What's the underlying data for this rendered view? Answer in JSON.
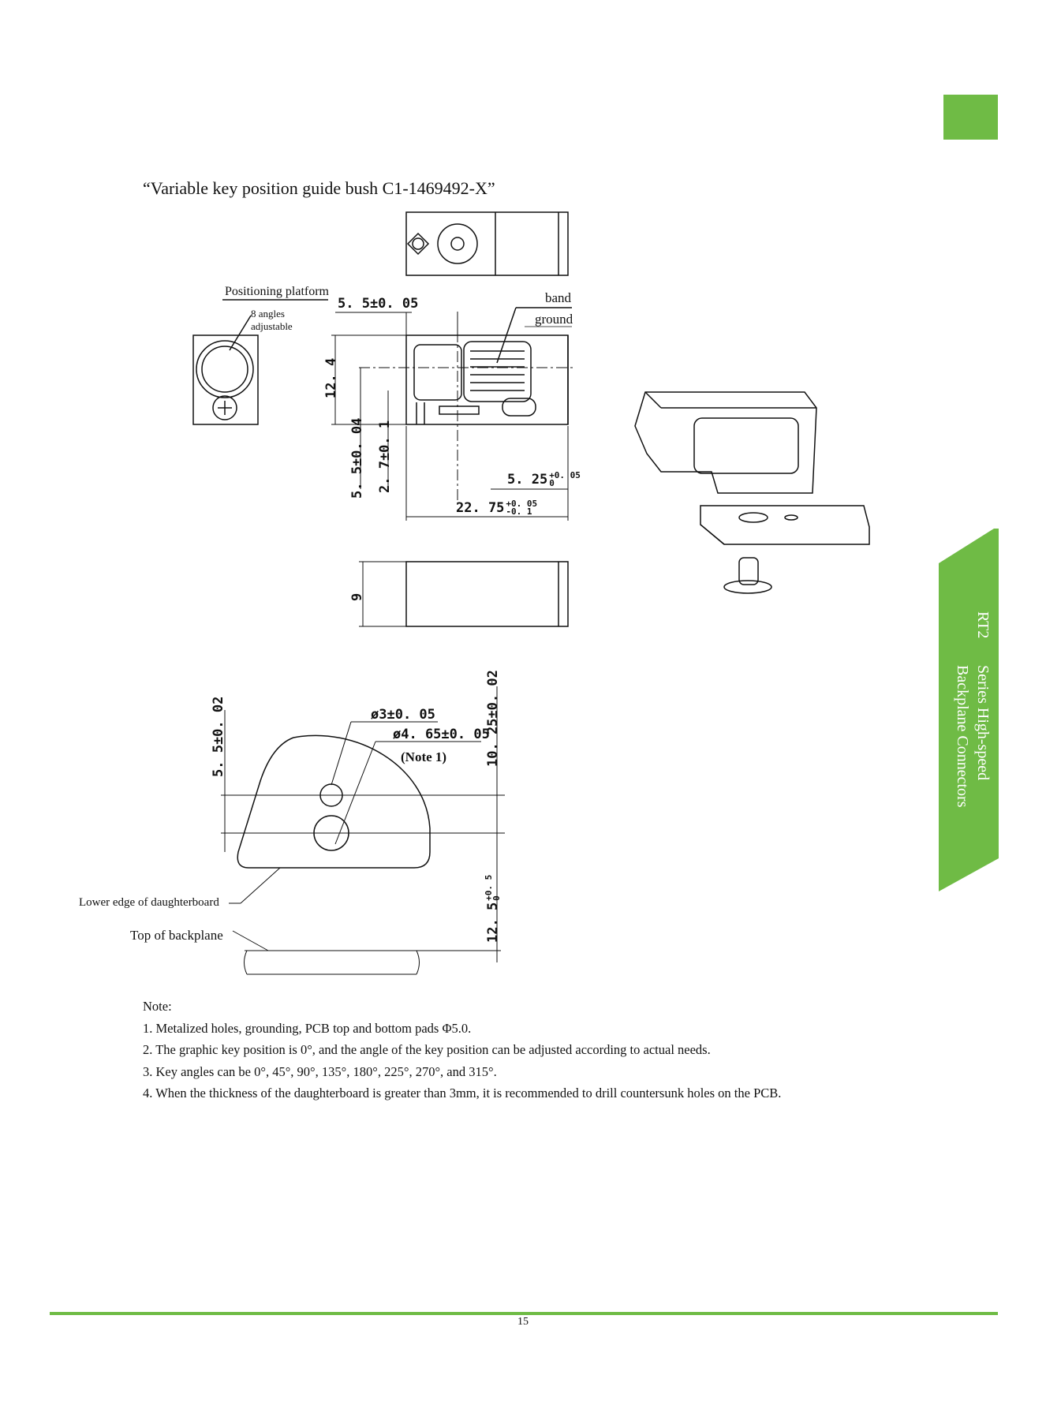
{
  "brand_color": "#6fbb45",
  "side_tab": {
    "series": "RT2",
    "line1": "Series High-speed",
    "line2": "Backplane Connectors"
  },
  "title": "“Variable key position guide bush C1-1469492-X”",
  "drawing1": {
    "positioning_platform": "Positioning platform",
    "angles_line1": "8 angles",
    "angles_line2": "adjustable",
    "band": "band",
    "ground": "ground",
    "dim_top": "5. 5±0. 05",
    "dim_height": "12. 4",
    "dim_a": "5. 5±0. 04",
    "dim_b": "2. 7±0. 1",
    "dim_c_base": "5. 25",
    "dim_c_upper": "+0. 05",
    "dim_c_lower": "0",
    "dim_d_base": "22. 75",
    "dim_d_upper": "+0. 05",
    "dim_d_lower": "-0. 1",
    "dim_width": "9"
  },
  "drawing2": {
    "dim_left": "5. 5±0. 02",
    "dim_right": "10. 25±0. 02",
    "hole1": "ø3±0. 05",
    "hole2": "ø4. 65±0. 05",
    "note_ref": "(Note 1)",
    "dim_bottom_base": "12. 5",
    "dim_bottom_upper": "+0. 5",
    "dim_bottom_lower": "0",
    "lower_edge": "Lower edge of daughterboard",
    "top_backplane": "Top of backplane"
  },
  "notes": {
    "heading": "Note:",
    "items": [
      "1. Metalized holes, grounding, PCB top and bottom pads Φ5.0.",
      "2. The graphic key position is 0°, and the angle of the key position can be adjusted according to actual needs.",
      "3. Key angles can be 0°, 45°, 90°, 135°, 180°, 225°, 270°, and 315°.",
      "4. When the thickness of the daughterboard is greater than 3mm, it is recommended to drill countersunk holes on the PCB."
    ]
  },
  "page_number": "15"
}
